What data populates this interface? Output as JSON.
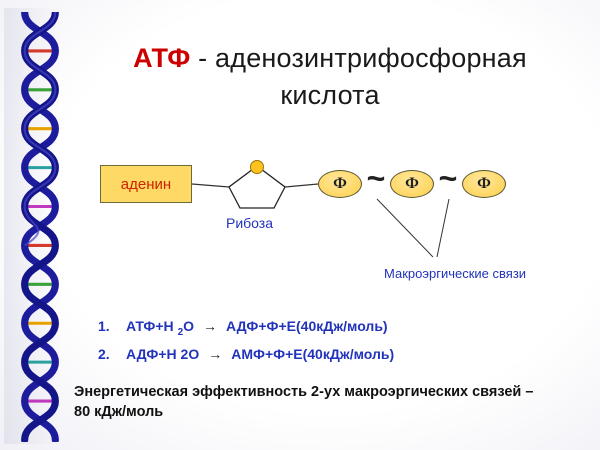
{
  "slide": {
    "title": {
      "accent": "АТФ",
      "rest": " - аденозинтрифосфорная",
      "line2": "кислота"
    },
    "diagram": {
      "adenine_label": "аденин",
      "ribose_label": "Рибоза",
      "phosphate_label": "Ф",
      "tilde": "~",
      "macro_label": "Макроэргические связи"
    },
    "equations": [
      {
        "num": "1.",
        "lhs_pre": "АТФ+Н ",
        "sub": "2",
        "lhs_post": "О",
        "arrow": "→",
        "rhs": "АДФ+Ф+Е(40кДж/моль)"
      },
      {
        "num": "2.",
        "lhs_pre": "АДФ+Н 2О",
        "sub": "",
        "lhs_post": "",
        "arrow": "→",
        "rhs": "АМФ+Ф+Е(40кДж/моль)"
      }
    ],
    "footer_text": "Энергетическая эффективность 2-ух макроэргических связей – 80 кДж/моль",
    "colors": {
      "accent_red": "#cc0000",
      "text_blue": "#2233bb",
      "shape_yellow": "#ffd966",
      "helix_blue": "#1c1c9c"
    }
  }
}
